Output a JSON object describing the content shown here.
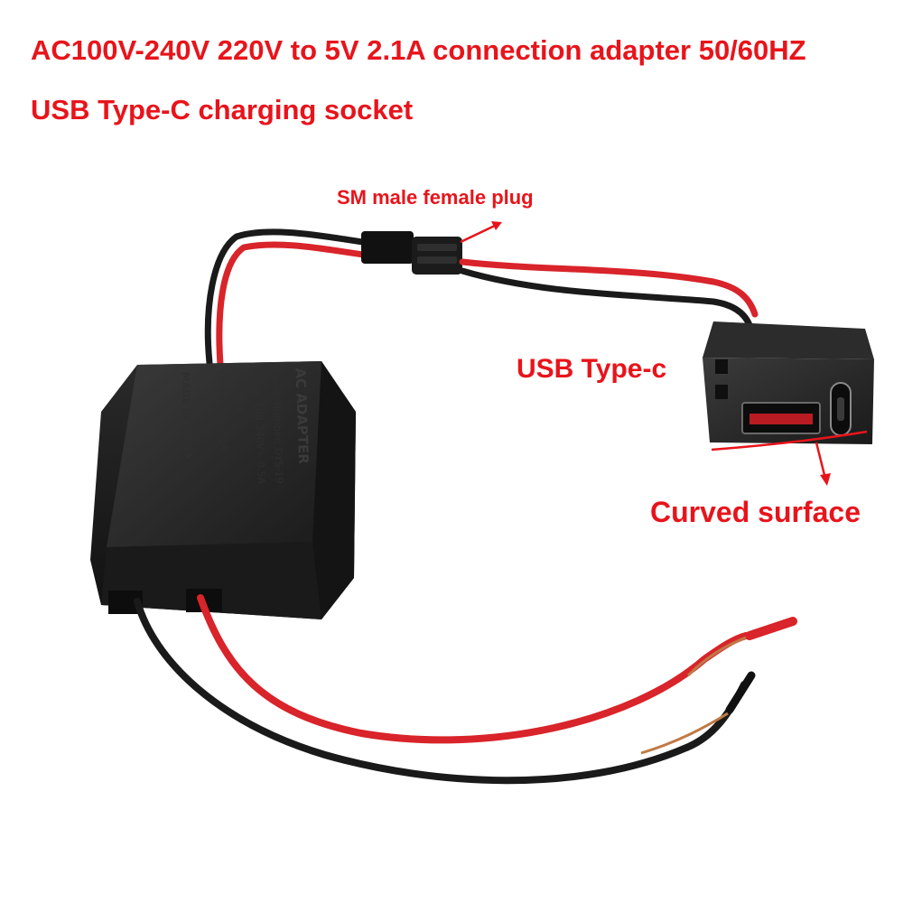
{
  "heading": {
    "line1": "AC100V-240V 220V to 5V 2.1A connection adapter 50/60HZ",
    "line2": "USB Type-C charging socket"
  },
  "annotations": {
    "sm_plug": "SM male female plug",
    "usb_type_c": "USB Type-c",
    "curved_surface": "Curved surface"
  },
  "adapter_label": {
    "line1": "AC ADAPTER",
    "line2": "Model Number: DYS-19",
    "line3": "Input: 100-240V~ 0.5A",
    "line4": "50/60Hz",
    "line5": "Output: 5V 2.1A",
    "line6": "MADE IN CHINA"
  },
  "colors": {
    "accent_red": "#e8141b",
    "wire_red": "#d8242a",
    "wire_black": "#1a1a1a",
    "housing": "#262626",
    "copper": "#c07a45"
  }
}
